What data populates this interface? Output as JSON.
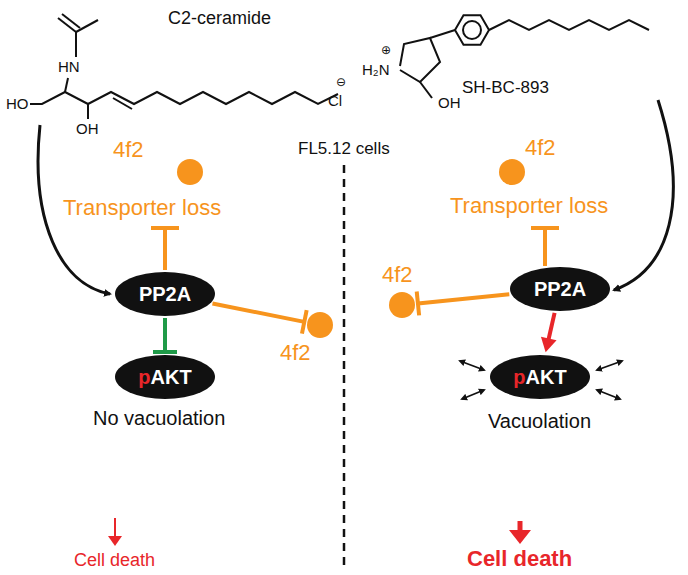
{
  "diagram": {
    "nodes": [
      {
        "text": [
          "Transporter loss",
          "No vacuolation"
        ]
      },
      {
        "text": [
          "4f2"
        ],
        "in": 0
      },
      {
        "text": [
          "PP2A"
        ],
        "in": 0
      },
      {
        "text": [
          "4f2"
        ],
        "in": 0
      },
      {
        "text": [
          "pAKT"
        ],
        "in": 0
      },
      {
        "text": [
          "Transporter loss",
          "Vacuolation"
        ]
      },
      {
        "text": [
          "4f2"
        ],
        "in": 5
      },
      {
        "text": [
          "4f2"
        ],
        "in": 5
      },
      {
        "text": [
          "PP2A"
        ],
        "in": 5
      },
      {
        "text": [
          "pAKT"
        ],
        "in": 5
      }
    ],
    "edges": [
      {
        "from": 2,
        "to": 4,
        "arrow": "to"
      },
      {
        "from": 2,
        "to": 3,
        "arrow": "to"
      },
      {
        "from": 8,
        "to": 7,
        "arrow": "to"
      },
      {
        "from": 8,
        "to": 9,
        "arrow": "to"
      }
    ],
    "labels": [
      "C2-ceramide",
      "HN",
      "HO",
      "OH",
      "SH-BC-893",
      "H₂N",
      "⊕",
      "Cl",
      "⊖",
      "OH",
      "FL5.12 cells",
      "Cell death",
      "Cell death"
    ]
  }
}
